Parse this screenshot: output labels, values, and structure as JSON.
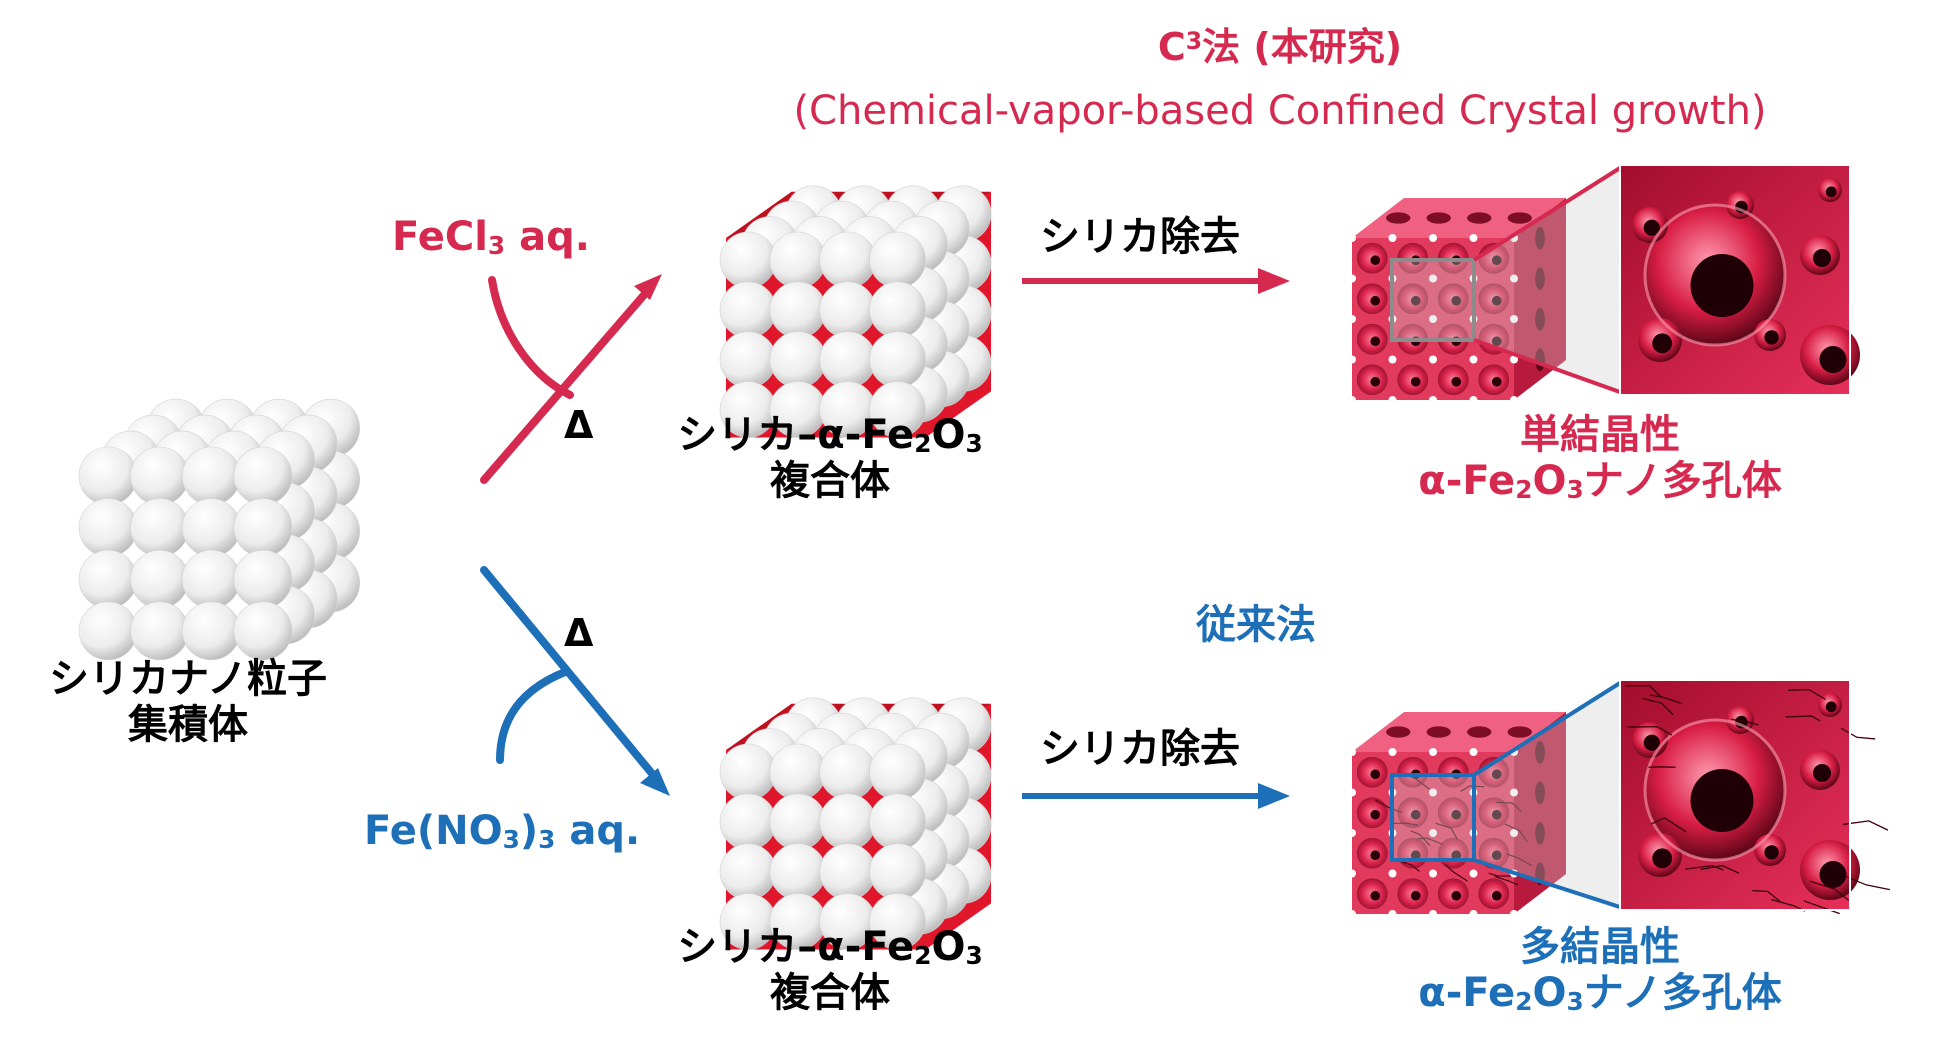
{
  "title": {
    "prefix": "C",
    "exponent": "3",
    "method": "法 (本研究)",
    "full_name": "(Chemical-vapor-based Confined Crystal growth)"
  },
  "conventional": "従来法",
  "start": {
    "line1": "シリカナノ粒子",
    "line2": "集積体"
  },
  "top_path": {
    "reagent_formula": "FeCl",
    "reagent_sub": "3",
    "reagent_suffix": " aq.",
    "heat": "Δ",
    "composite_line1_prefix": "シリカ–α-Fe",
    "composite_sub1": "2",
    "composite_mid": "O",
    "composite_sub2": "3",
    "composite_line2": "複合体",
    "removal": "シリカ除去",
    "result_line1": "単結晶性",
    "result_prefix": "α-Fe",
    "result_sub1": "2",
    "result_mid": "O",
    "result_sub2": "3",
    "result_suffix": "ナノ多孔体"
  },
  "bottom_path": {
    "reagent_prefix": "Fe(NO",
    "reagent_sub1": "3",
    "reagent_mid": ")",
    "reagent_sub2": "3",
    "reagent_suffix": " aq.",
    "heat": "Δ",
    "composite_line1_prefix": "シリカ–α-Fe",
    "composite_sub1": "2",
    "composite_mid": "O",
    "composite_sub2": "3",
    "composite_line2": "複合体",
    "removal": "シリカ除去",
    "result_line1": "多結晶性",
    "result_prefix": "α-Fe",
    "result_sub1": "2",
    "result_mid": "O",
    "result_sub2": "3",
    "result_suffix": "ナノ多孔体"
  },
  "colors": {
    "red": "#d6294f",
    "blue": "#1d6fb8",
    "sphere": "#f2f2f2",
    "hematite": "#e0162b",
    "porous": "#e23a5c"
  },
  "icons": [
    "silica-cube-icon",
    "composite-cube-icon",
    "porous-cube-icon",
    "zoom-pore-icon",
    "arrow-icon"
  ]
}
